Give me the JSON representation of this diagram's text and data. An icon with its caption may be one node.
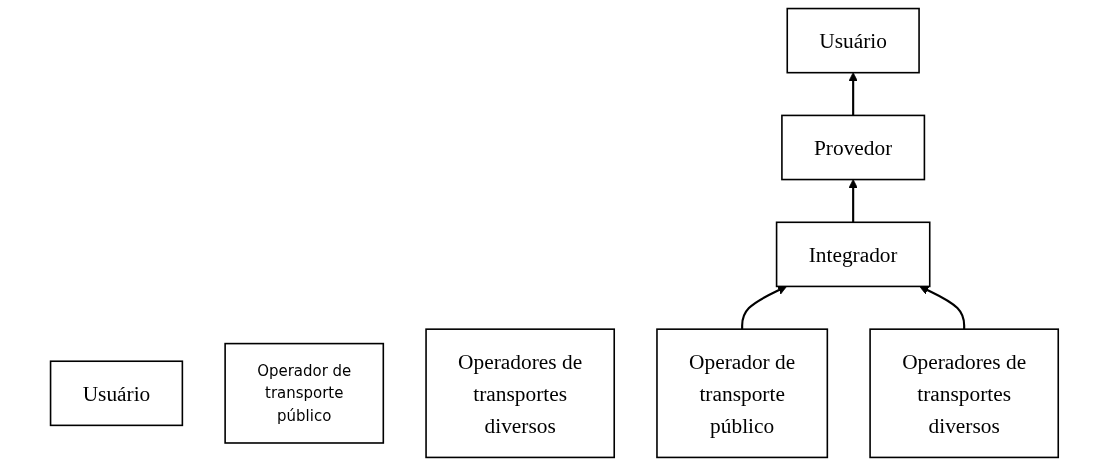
{
  "diagram": {
    "nodes": [
      {
        "text": [
          "Usuário"
        ]
      },
      {
        "text": [
          "Usuário"
        ]
      },
      {
        "text": [
          "Provedor"
        ]
      },
      {
        "text": [
          "Integrador"
        ]
      },
      {
        "text": [
          "Operador de transporte público"
        ]
      },
      {
        "text": [
          "Operadores de transportes diversos"
        ]
      },
      {
        "text": [
          "Operador de transporte público"
        ]
      },
      {
        "text": [
          "Operadores de transportes diversos"
        ]
      }
    ],
    "edges": [
      {
        "from": 2,
        "to": 1,
        "arrow": "to"
      },
      {
        "from": 3,
        "to": 2,
        "arrow": "to"
      },
      {
        "from": 6,
        "to": 3,
        "arrow": "to"
      },
      {
        "from": 7,
        "to": 3,
        "arrow": "to"
      }
    ]
  }
}
